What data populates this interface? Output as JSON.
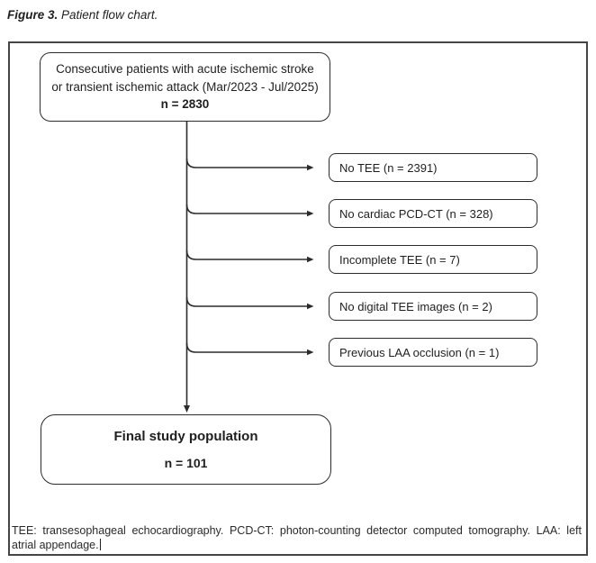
{
  "figure": {
    "label": "Figure 3.",
    "caption": "Patient flow chart."
  },
  "flow": {
    "top_box": {
      "line1": "Consecutive patients with acute ischemic stroke",
      "line2": "or transient ischemic attack (Mar/2023 - Jul/2025)",
      "n": "n = 2830"
    },
    "exclusions": [
      {
        "label": "No TEE (n = 2391)"
      },
      {
        "label": "No cardiac PCD-CT (n = 328)"
      },
      {
        "label": "Incomplete TEE (n = 7)"
      },
      {
        "label": "No digital TEE images (n = 2)"
      },
      {
        "label": "Previous LAA occlusion (n = 1)"
      }
    ],
    "final_box": {
      "title": "Final study population",
      "n": "n = 101"
    }
  },
  "footnote": {
    "line1": "TEE: transesophageal echocardiography. PCD-CT: photon-counting detector computed tomography. LAA: left",
    "line2": "atrial appendage."
  },
  "colors": {
    "line": "#2b2b2b",
    "outer_border": "#454545",
    "text": "#1f1f1f",
    "background": "#ffffff"
  }
}
